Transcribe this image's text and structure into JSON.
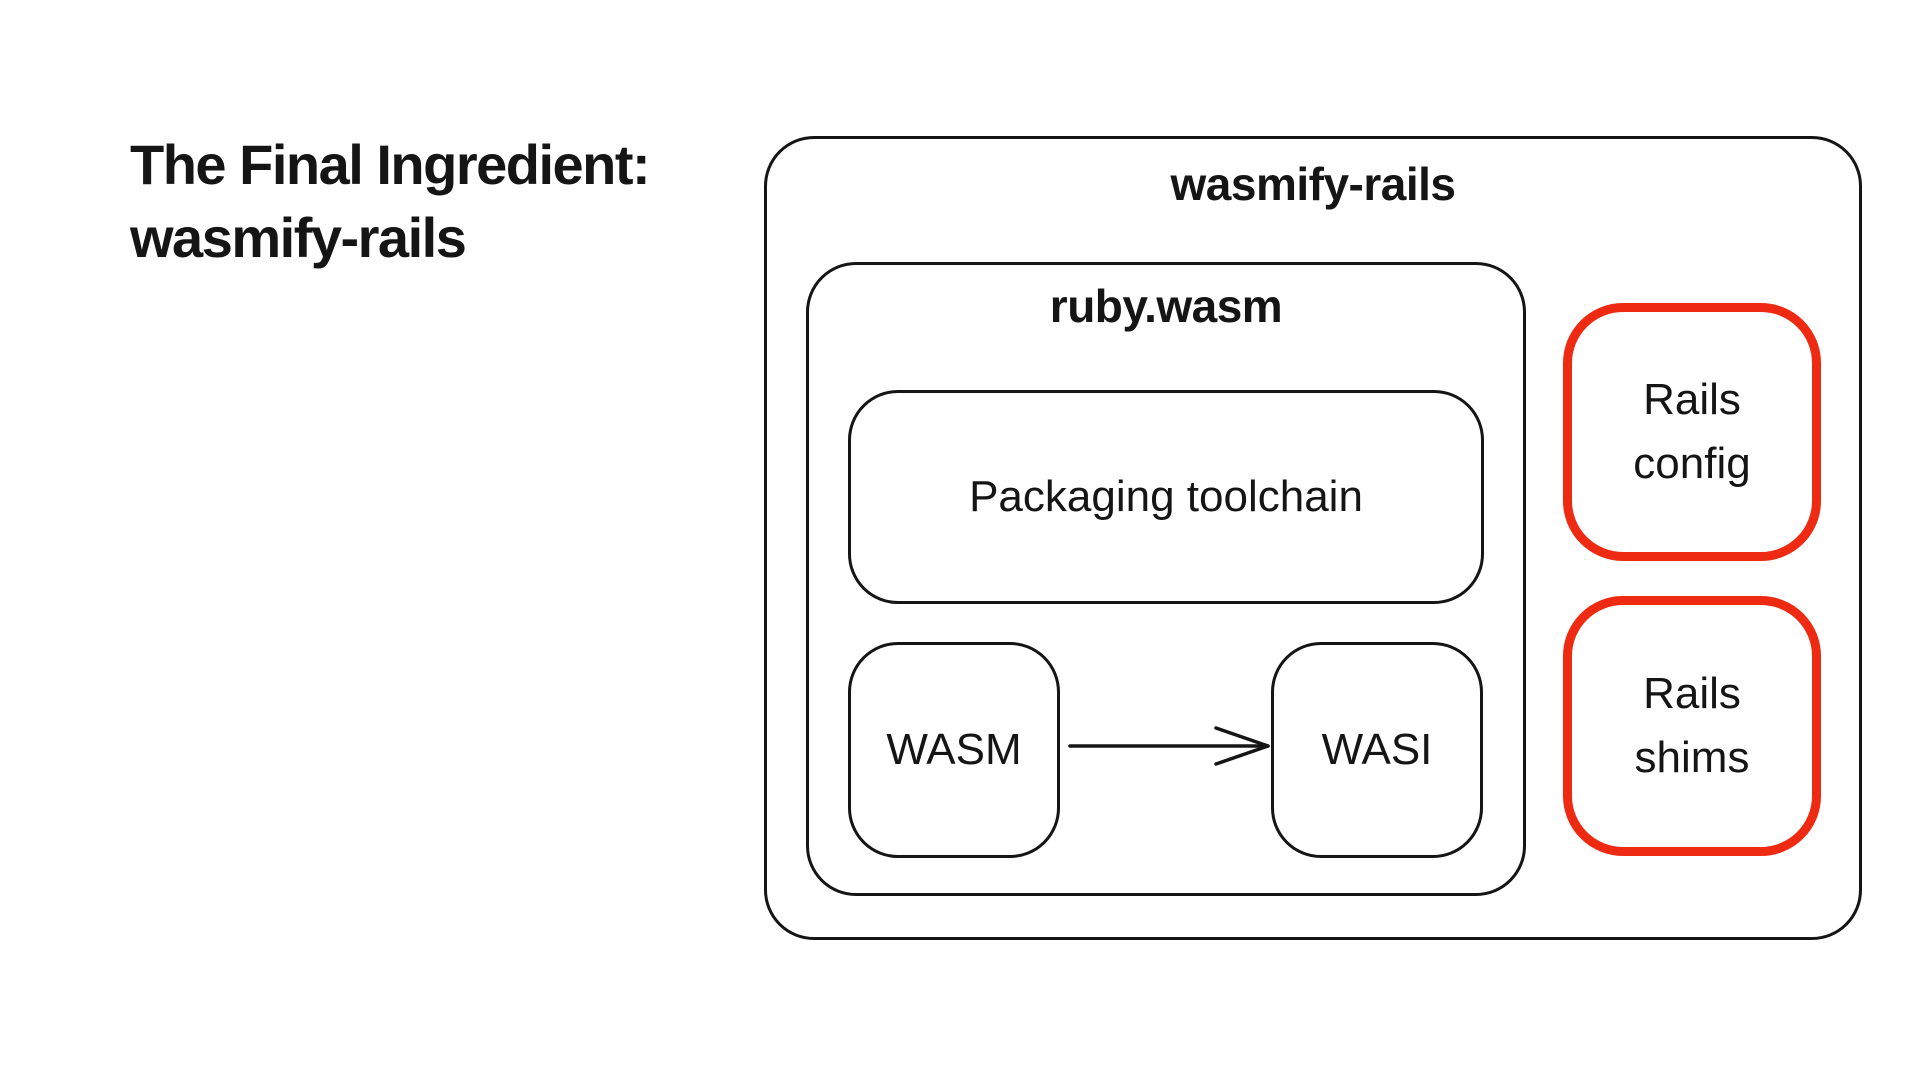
{
  "slide": {
    "title_line1": "The Final Ingredient:",
    "title_line2": "wasmify-rails"
  },
  "diagram": {
    "outer_label": "wasmify-rails",
    "ruby_wasm_label": "ruby.wasm",
    "packaging_label": "Packaging toolchain",
    "wasm_label": "WASM",
    "wasi_label": "WASI",
    "rails_config_line1": "Rails",
    "rails_config_line2": "config",
    "rails_shims_line1": "Rails",
    "rails_shims_line2": "shims",
    "edge": {
      "from": "WASM",
      "to": "WASI"
    }
  },
  "colors": {
    "text": "#151515",
    "highlight": "#ee2a12",
    "background": "#ffffff"
  }
}
